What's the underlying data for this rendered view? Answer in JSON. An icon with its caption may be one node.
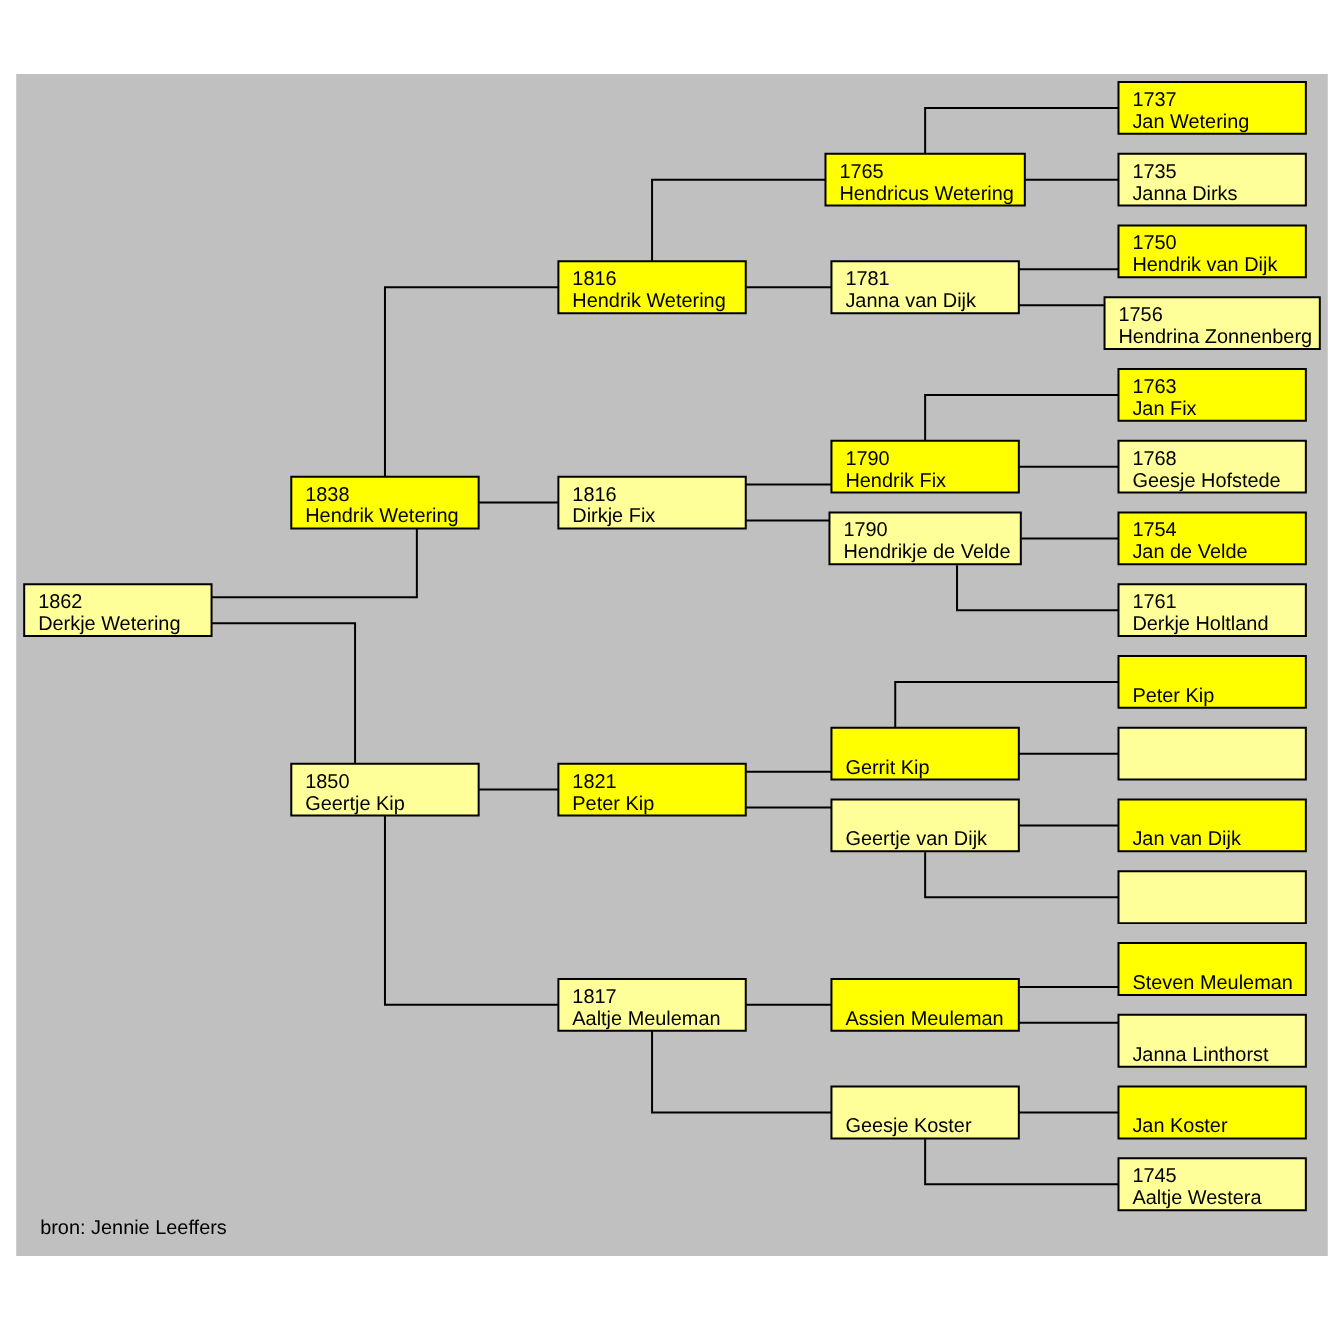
{
  "diagram": {
    "caption": "bron: Jennie Leeffers",
    "nodes": [
      {
        "text": [
          "1862",
          "Derkje Wetering"
        ]
      },
      {
        "text": [
          "1838",
          "Hendrik Wetering"
        ]
      },
      {
        "text": [
          "1850",
          "Geertje Kip"
        ]
      },
      {
        "text": [
          "1816",
          "Hendrik Wetering"
        ]
      },
      {
        "text": [
          "1816",
          "Dirkje Fix"
        ]
      },
      {
        "text": [
          "1821",
          "Peter Kip"
        ]
      },
      {
        "text": [
          "1817",
          "Aaltje Meuleman"
        ]
      },
      {
        "text": [
          "1765",
          "Hendricus Wetering"
        ]
      },
      {
        "text": [
          "1781",
          "Janna van Dijk"
        ]
      },
      {
        "text": [
          "1790",
          "Hendrik Fix"
        ]
      },
      {
        "text": [
          "1790",
          "Hendrikje de Velde"
        ]
      },
      {
        "text": [
          "Gerrit Kip"
        ]
      },
      {
        "text": [
          "Geertje van Dijk"
        ]
      },
      {
        "text": [
          "Assien Meuleman"
        ]
      },
      {
        "text": [
          "Geesje Koster"
        ]
      },
      {
        "text": [
          "1737",
          "Jan Wetering"
        ]
      },
      {
        "text": [
          "1735",
          "Janna Dirks"
        ]
      },
      {
        "text": [
          "1750",
          "Hendrik van Dijk"
        ]
      },
      {
        "text": [
          "1756",
          "Hendrina Zonnenberg"
        ]
      },
      {
        "text": [
          "1763",
          "Jan Fix"
        ]
      },
      {
        "text": [
          "1768",
          "Geesje Hofstede"
        ]
      },
      {
        "text": [
          "1754",
          "Jan de Velde"
        ]
      },
      {
        "text": [
          "1761",
          "Derkje Holtland"
        ]
      },
      {
        "text": [
          "Peter Kip"
        ]
      },
      {
        "text": [],
        "shape": "box"
      },
      {
        "text": [
          "Jan van Dijk"
        ]
      },
      {
        "text": [],
        "shape": "box"
      },
      {
        "text": [
          "Steven Meuleman"
        ]
      },
      {
        "text": [
          "Janna Linthorst"
        ]
      },
      {
        "text": [
          "Jan Koster"
        ]
      },
      {
        "text": [
          "1745",
          "Aaltje Westera"
        ]
      }
    ],
    "edges": [
      {
        "from": 0,
        "to": 1,
        "arrow": "none"
      },
      {
        "from": 0,
        "to": 2,
        "arrow": "none"
      },
      {
        "from": 1,
        "to": 3,
        "arrow": "none"
      },
      {
        "from": 1,
        "to": 4,
        "arrow": "none"
      },
      {
        "from": 2,
        "to": 5,
        "arrow": "none"
      },
      {
        "from": 2,
        "to": 6,
        "arrow": "none"
      },
      {
        "from": 3,
        "to": 7,
        "arrow": "none"
      },
      {
        "from": 3,
        "to": 8,
        "arrow": "none"
      },
      {
        "from": 4,
        "to": 9,
        "arrow": "none"
      },
      {
        "from": 4,
        "to": 10,
        "arrow": "none"
      },
      {
        "from": 5,
        "to": 11,
        "arrow": "none"
      },
      {
        "from": 5,
        "to": 12,
        "arrow": "none"
      },
      {
        "from": 6,
        "to": 13,
        "arrow": "none"
      },
      {
        "from": 6,
        "to": 14,
        "arrow": "none"
      },
      {
        "from": 7,
        "to": 15,
        "arrow": "none"
      },
      {
        "from": 7,
        "to": 16,
        "arrow": "none"
      },
      {
        "from": 8,
        "to": 17,
        "arrow": "none"
      },
      {
        "from": 8,
        "to": 18,
        "arrow": "none"
      },
      {
        "from": 9,
        "to": 19,
        "arrow": "none"
      },
      {
        "from": 9,
        "to": 20,
        "arrow": "none"
      },
      {
        "from": 10,
        "to": 21,
        "arrow": "none"
      },
      {
        "from": 10,
        "to": 22,
        "arrow": "none"
      },
      {
        "from": 11,
        "to": 23,
        "arrow": "none"
      },
      {
        "from": 11,
        "to": 24,
        "arrow": "none"
      },
      {
        "from": 12,
        "to": 25,
        "arrow": "none"
      },
      {
        "from": 12,
        "to": 26,
        "arrow": "none"
      },
      {
        "from": 13,
        "to": 27,
        "arrow": "none"
      },
      {
        "from": 13,
        "to": 28,
        "arrow": "none"
      },
      {
        "from": 14,
        "to": 29,
        "arrow": "none"
      },
      {
        "from": 14,
        "to": 30,
        "arrow": "none"
      }
    ]
  }
}
